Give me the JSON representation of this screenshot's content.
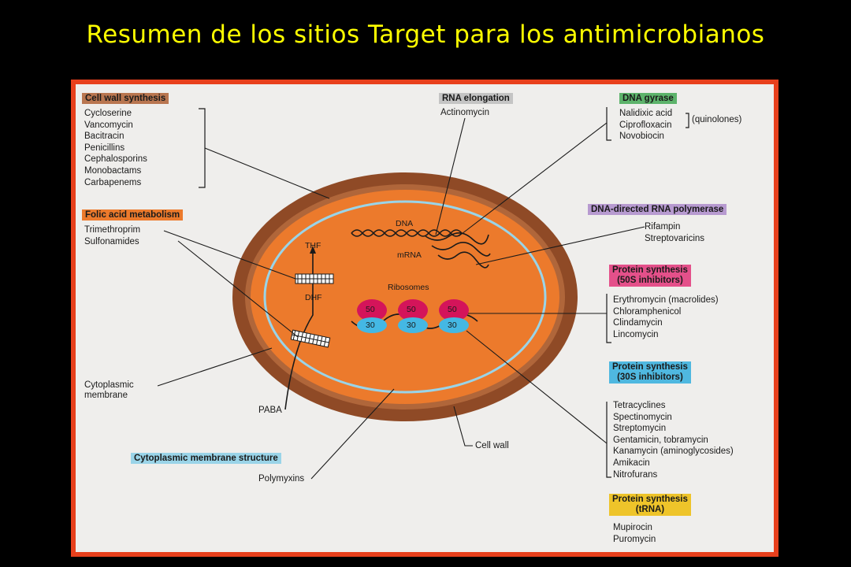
{
  "title": "Resumen de los sitios Target para los antimicrobianos",
  "colors": {
    "title": "#ffff00",
    "frame_border": "#e8401c",
    "cell_wall": "#8f4a26",
    "cytoplasm": "#ec7a2c",
    "membrane": "#9ad4e8",
    "ribosome_50s": "#d4145a",
    "ribosome_30s": "#44b8e4",
    "label_cell_wall": "#b97650",
    "label_folic": "#ec7a2c",
    "label_rna": "#c4c4c4",
    "label_gyrase": "#5db36b",
    "label_rnapol": "#b79ad0",
    "label_50s": "#e4508a",
    "label_30s": "#4fb8e0",
    "label_membrane": "#9ad4e8",
    "label_trna": "#eec42a"
  },
  "cell_wall_synthesis": {
    "label": "Cell wall synthesis",
    "drugs": [
      "Cycloserine",
      "Vancomycin",
      "Bacitracin",
      "Penicillins",
      "Cephalosporins",
      "Monobactams",
      "Carbapenems"
    ]
  },
  "folic_acid_metabolism": {
    "label": "Folic acid metabolism",
    "drugs": [
      "Trimethroprim",
      "Sulfonamides"
    ]
  },
  "rna_elongation": {
    "label": "RNA elongation",
    "drugs": [
      "Actinomycin"
    ]
  },
  "dna_gyrase": {
    "label": "DNA gyrase",
    "drugs": [
      "Nalidixic acid",
      "Ciprofloxacin",
      "Novobiocin"
    ],
    "group_note": "(quinolones)"
  },
  "dna_rna_polymerase": {
    "label": "DNA-directed RNA polymerase",
    "drugs": [
      "Rifampin",
      "Streptovaricins"
    ]
  },
  "protein_50s": {
    "label_line1": "Protein synthesis",
    "label_line2": "(50S inhibitors)",
    "drugs": [
      "Erythromycin (macrolides)",
      "Chloramphenicol",
      "Clindamycin",
      "Lincomycin"
    ]
  },
  "protein_30s": {
    "label_line1": "Protein synthesis",
    "label_line2": "(30S inhibitors)",
    "drugs": [
      "Tetracyclines",
      "Spectinomycin",
      "Streptomycin",
      "Gentamicin, tobramycin",
      "Kanamycin (aminoglycosides)",
      "Amikacin",
      "Nitrofurans"
    ]
  },
  "protein_trna": {
    "label_line1": "Protein synthesis",
    "label_line2": "(tRNA)",
    "drugs": [
      "Mupirocin",
      "Puromycin"
    ]
  },
  "membrane_structure": {
    "label": "Cytoplasmic membrane structure",
    "drugs": [
      "Polymyxins"
    ]
  },
  "cell_labels": {
    "cytoplasmic_membrane_1": "Cytoplasmic",
    "cytoplasmic_membrane_2": "membrane",
    "cell_wall": "Cell wall",
    "paba": "PABA",
    "thf": "THF",
    "dhf": "DHF",
    "dna": "DNA",
    "mrna": "mRNA",
    "ribosomes": "Ribosomes",
    "r50": "50",
    "r30": "30"
  }
}
